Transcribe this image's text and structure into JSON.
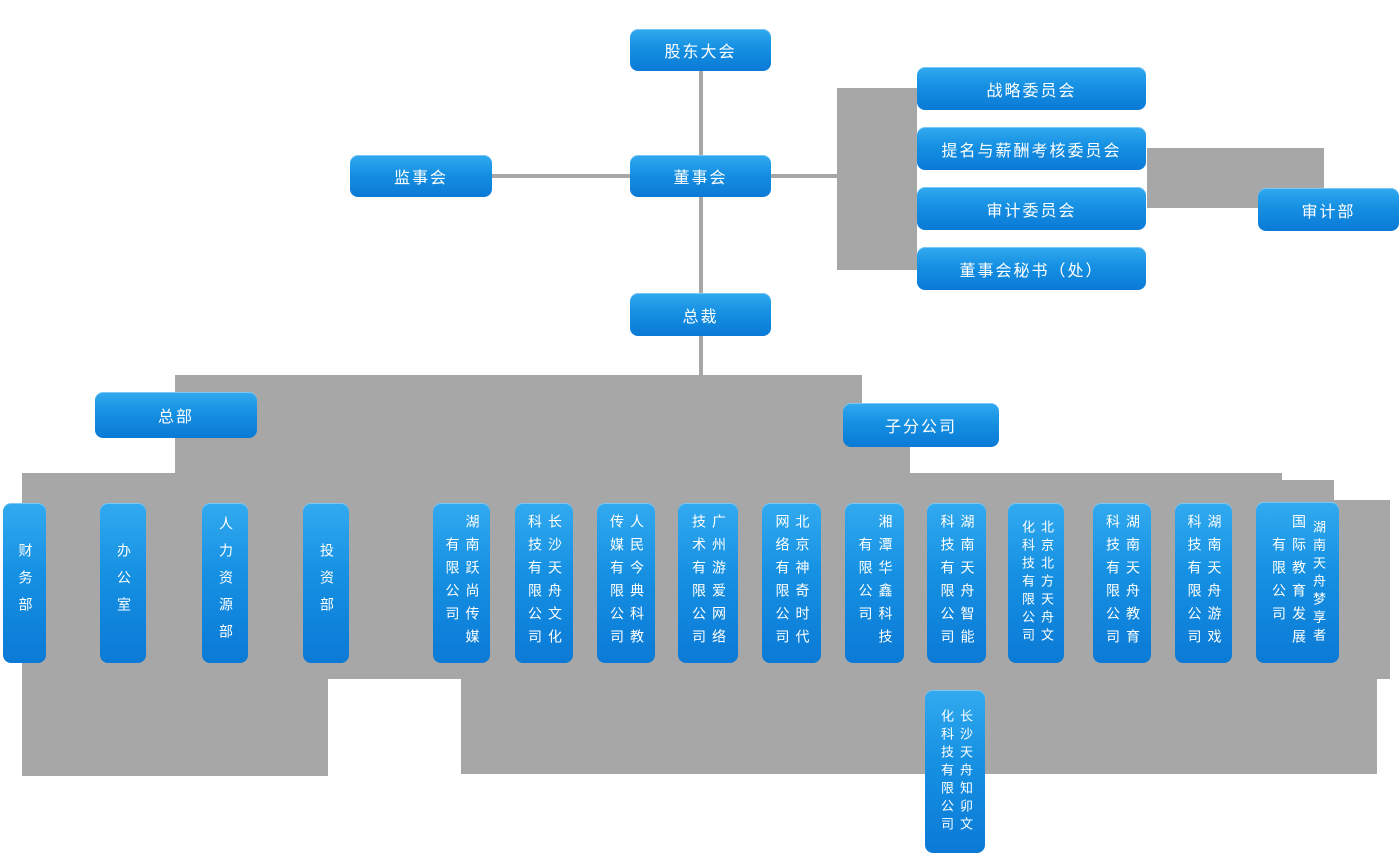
{
  "org": {
    "shareholders_meeting": "股东大会",
    "supervisory_board": "监事会",
    "board_of_directors": "董事会",
    "committees": [
      "战略委员会",
      "提名与薪酬考核委员会",
      "审计委员会",
      "董事会秘书（处）"
    ],
    "audit_department": "审计部",
    "president": "总裁",
    "headquarters": "总部",
    "subsidiaries": "子分公司",
    "hq_departments": [
      "财务部",
      "办公室",
      "人力资源部",
      "投资部"
    ],
    "companies": [
      {
        "name": "湖南跃尚传媒有限公司",
        "columns": [
          "湖南跃尚传媒",
          "有限公司"
        ]
      },
      {
        "name": "长沙天舟文化科技有限公司",
        "columns": [
          "长沙天舟文化",
          "科技有限公司"
        ]
      },
      {
        "name": "人民今典科教传媒有限公司",
        "columns": [
          "人民今典科教",
          "传媒有限公司"
        ]
      },
      {
        "name": "广州游爱网络技术有限公司",
        "columns": [
          "广州游爱网络",
          "技术有限公司"
        ]
      },
      {
        "name": "北京神奇时代网络有限公司",
        "columns": [
          "北京神奇时代",
          "网络有限公司"
        ]
      },
      {
        "name": "湘潭华鑫科技有限公司",
        "columns": [
          "湘潭华鑫科技",
          "有限公司"
        ]
      },
      {
        "name": "湖南天舟智能科技有限公司",
        "columns": [
          "湖南天舟智能",
          "科技有限公司"
        ]
      },
      {
        "name": "北京北方天舟文化科技有限公司",
        "columns": [
          "北京北方天舟文",
          "化科技有限公司"
        ]
      },
      {
        "name": "湖南天舟教育科技有限公司",
        "columns": [
          "湖南天舟教育",
          "科技有限公司"
        ]
      },
      {
        "name": "湖南天舟游戏科技有限公司",
        "columns": [
          "湖南天舟游戏",
          "科技有限公司"
        ]
      },
      {
        "name": "湖南天舟梦享者国际教育发展有限公司",
        "columns": [
          "湖南天舟梦享者",
          "国际教育发展",
          "有限公司"
        ]
      }
    ],
    "sub_company": {
      "name": "长沙天舟知卯文化科技有限公司",
      "parent": "湖南天舟智能科技有限公司",
      "columns": [
        "长沙天舟知卯文",
        "化科技有限公司"
      ]
    },
    "edges": [
      "股东大会—董事会",
      "监事会—董事会",
      "董事会—战略委员会",
      "董事会—提名与薪酬考核委员会",
      "董事会—审计委员会",
      "董事会—董事会秘书（处）",
      "审计委员会—审计部",
      "董事会—总裁",
      "总裁—总部",
      "总裁—子分公司",
      "总部—职能部门",
      "子分公司—下属公司",
      "湖南天舟智能科技有限公司—长沙天舟知卯文化科技有限公司"
    ],
    "colors": {
      "node_gradient_top": "#32aaf0",
      "node_gradient_bottom": "#0b7ad6",
      "connector": "#a7a7a7",
      "node_text": "#ffffff",
      "background": "#ffffff"
    }
  }
}
